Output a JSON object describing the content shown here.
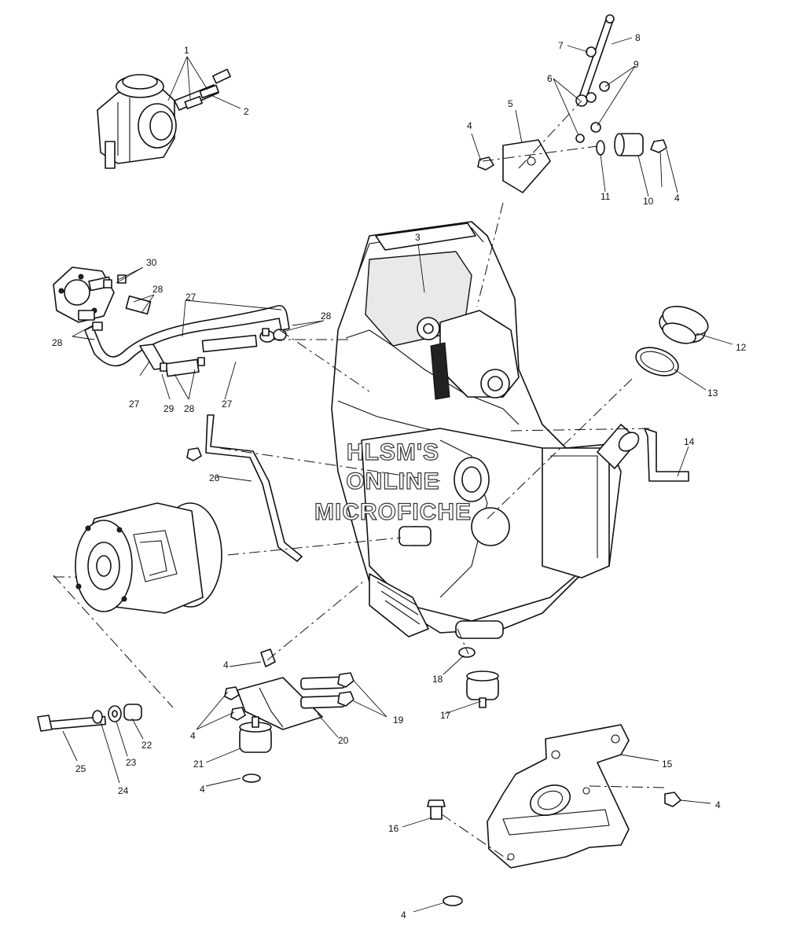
{
  "watermark": {
    "line1": "HLSM'S",
    "line2": "ONLINE",
    "line3": "MICROFICHE"
  },
  "callouts": {
    "c1": "1",
    "c2": "2",
    "c3": "3",
    "c4a": "4",
    "c4b": "4",
    "c4c": "4",
    "c4d": "4",
    "c4e": "4",
    "c4f": "4",
    "c4g": "4",
    "c5": "5",
    "c6": "6",
    "c7": "7",
    "c8": "8",
    "c9": "9",
    "c10": "10",
    "c11": "11",
    "c12": "12",
    "c13": "13",
    "c14": "14",
    "c15": "15",
    "c16": "16",
    "c17": "17",
    "c18": "18",
    "c19": "19",
    "c20": "20",
    "c21": "21",
    "c22": "22",
    "c23": "23",
    "c24": "24",
    "c25": "25",
    "c26": "26",
    "c27a": "27",
    "c27b": "27",
    "c27c": "27",
    "c28a": "28",
    "c28b": "28",
    "c28c": "28",
    "c28d": "28",
    "c29": "29",
    "c30": "30"
  }
}
